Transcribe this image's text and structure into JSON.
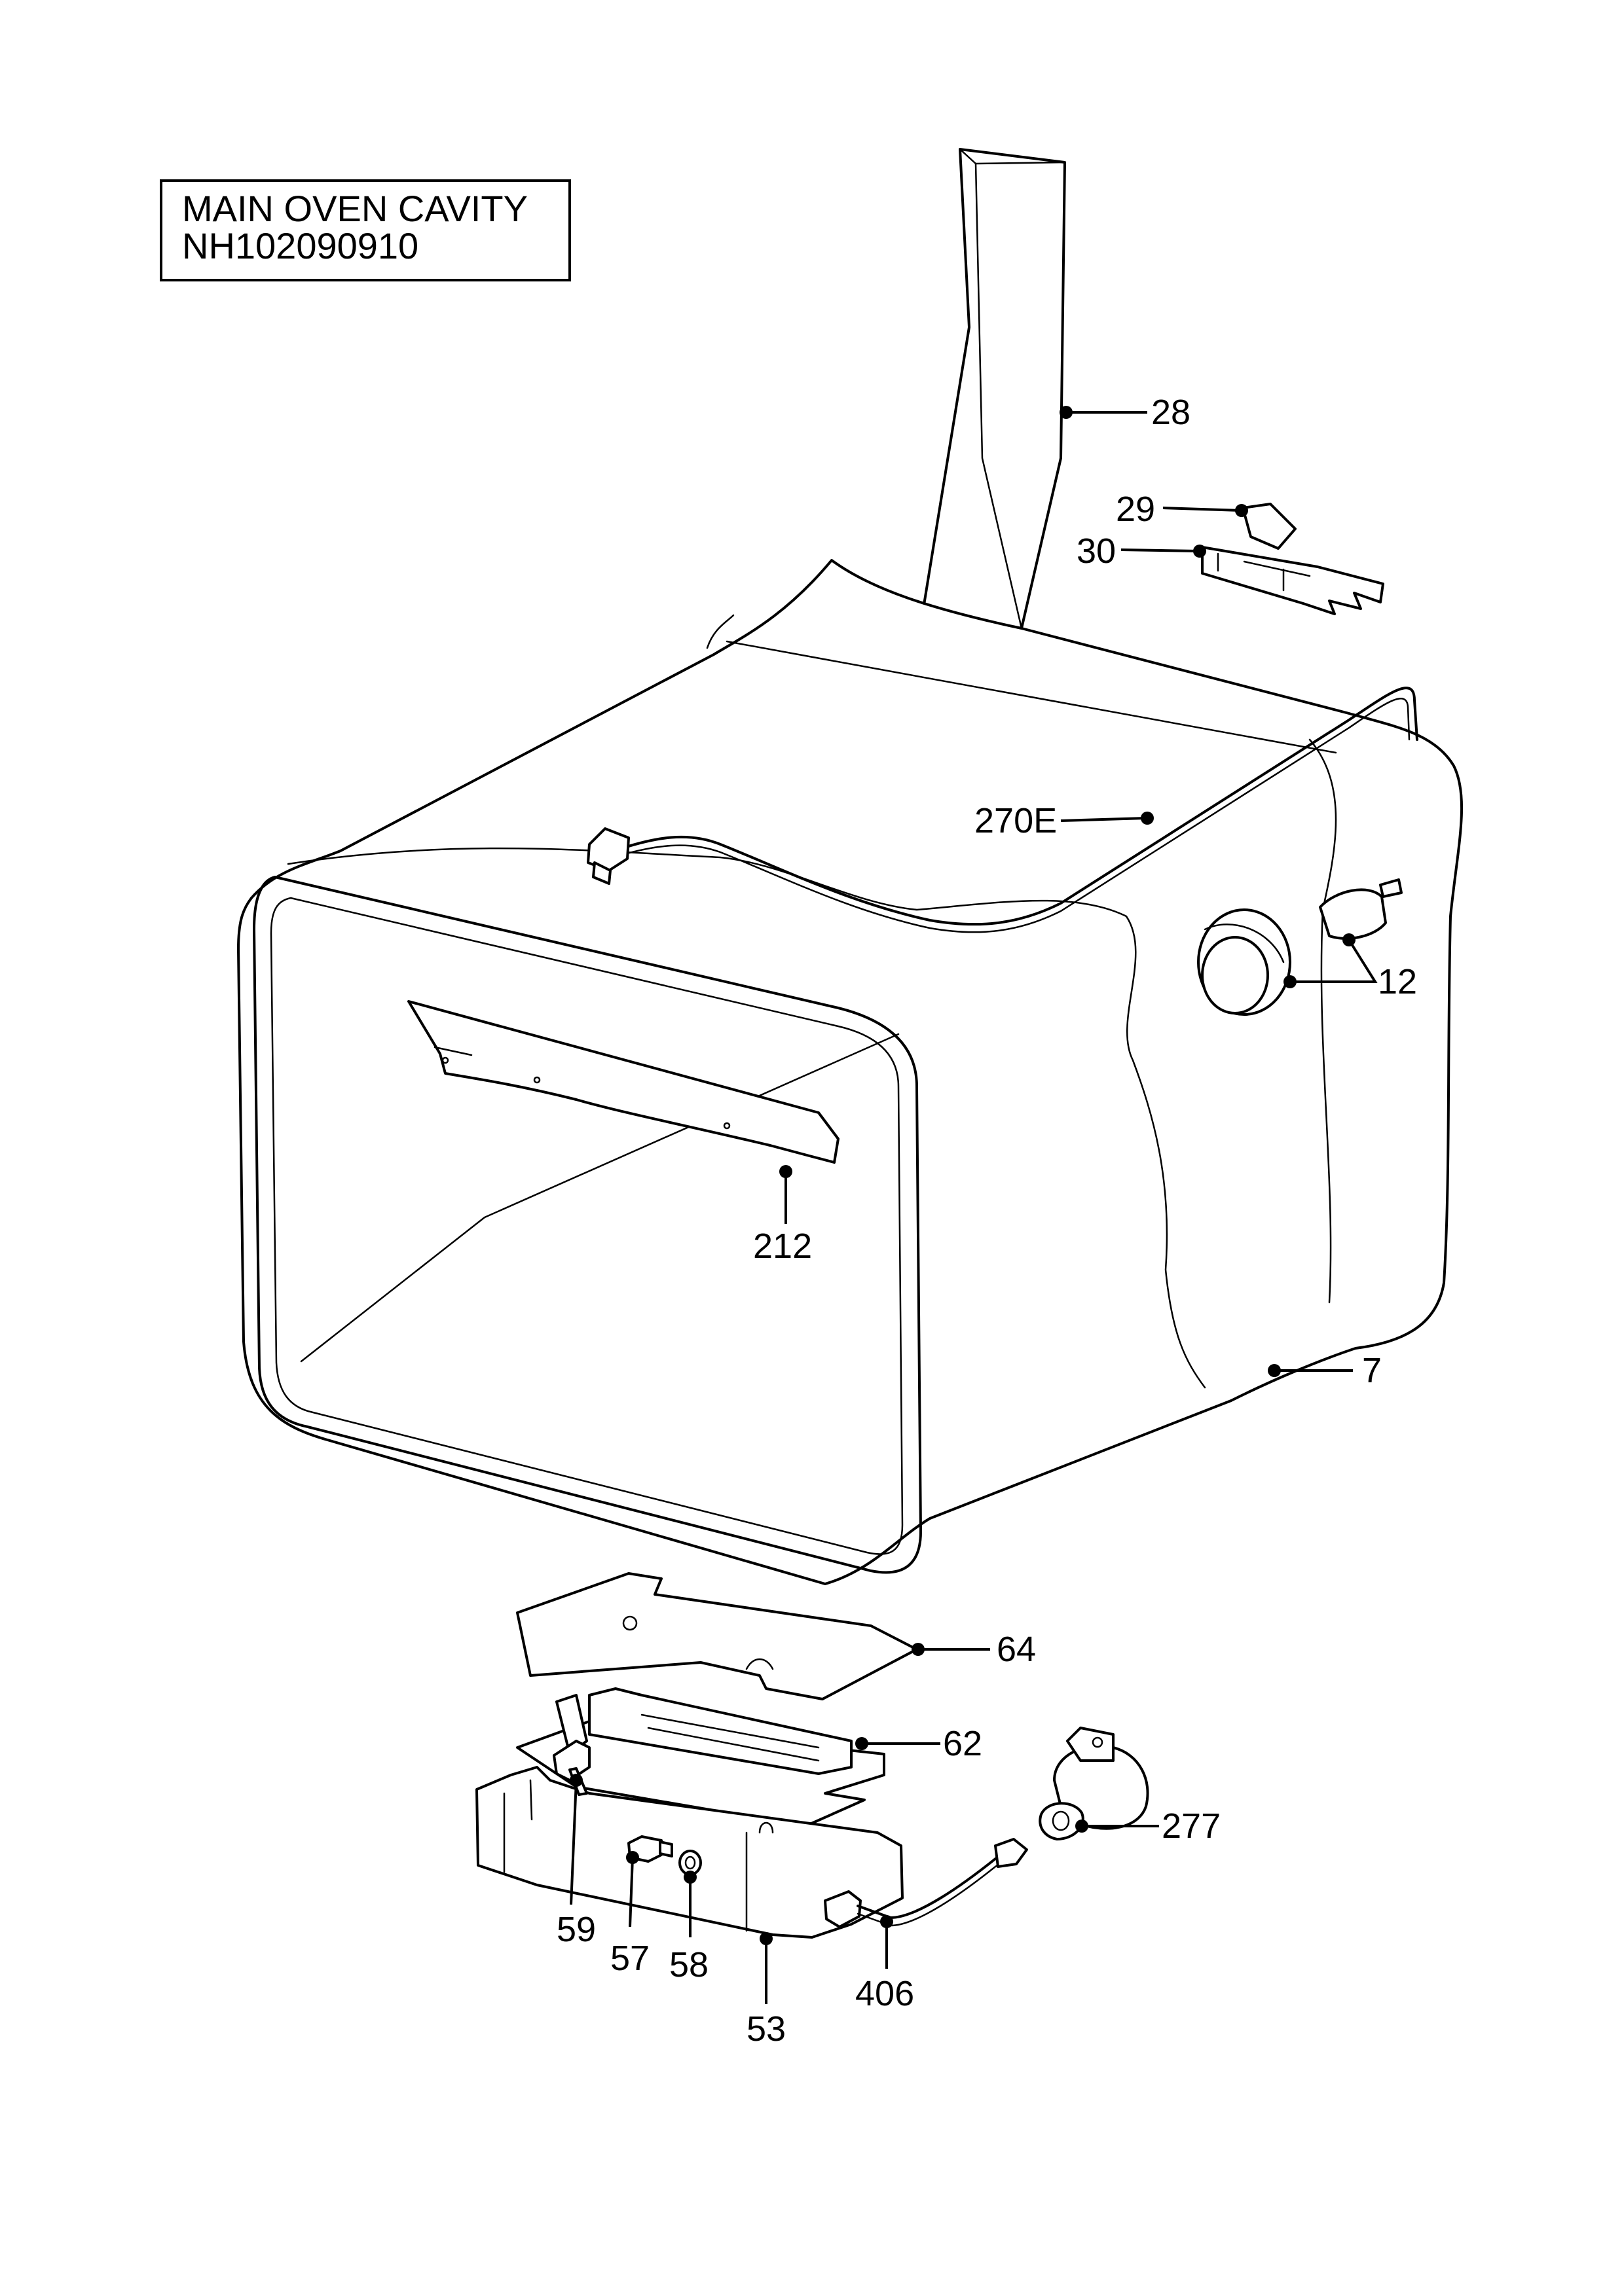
{
  "title_box": {
    "line1": "MAIN OVEN CAVITY",
    "line2": "NH102090910"
  },
  "callouts": {
    "c28": "28",
    "c29": "29",
    "c30": "30",
    "c270E": "270E",
    "c12": "12",
    "c212": "212",
    "c7": "7",
    "c64": "64",
    "c62": "62",
    "c277": "277",
    "c59": "59",
    "c57": "57",
    "c58": "58",
    "c53": "53",
    "c406": "406"
  }
}
